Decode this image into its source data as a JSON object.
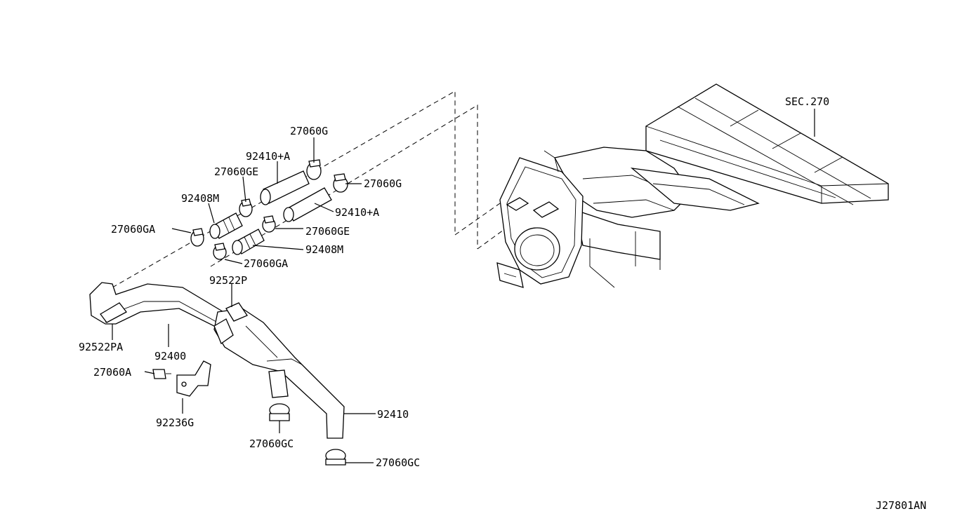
{
  "diagram_id": "J27801AN",
  "section_ref": "SEC.270",
  "callouts": {
    "c_27060G_top": "27060G",
    "c_92410A_top": "92410+A",
    "c_27060GE_top": "27060GE",
    "c_27060G_right": "27060G",
    "c_92408M_top": "92408M",
    "c_92410A_right": "92410+A",
    "c_27060GA_left": "27060GA",
    "c_27060GE_right": "27060GE",
    "c_92408M_right": "92408M",
    "c_27060GA_bottom": "27060GA",
    "c_92522P": "92522P",
    "c_92522PA": "92522PA",
    "c_92400": "92400",
    "c_27060A": "27060A",
    "c_92236G": "92236G",
    "c_92410": "92410",
    "c_27060GC_left": "27060GC",
    "c_27060GC_right": "27060GC"
  }
}
